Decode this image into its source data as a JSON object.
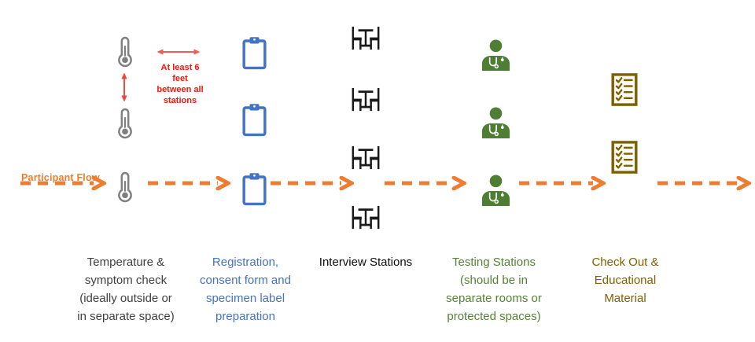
{
  "background": "#FFFFFF",
  "colors": {
    "flow_orange": "#ED7D31",
    "note_red": "#FA1408",
    "distance_arrow_red": "#EC5F55",
    "thermometer_gray": "#7F7F7F",
    "registration_blue": "#4472C4",
    "interview_black": "#1A1A1A",
    "testing_green": "#4E7E33",
    "checkout_gold": "#7F6000",
    "temperature_text_gray": "#3F3F3F"
  },
  "flow": {
    "label": "Participant Flow",
    "direction": "left-to-right",
    "arrow_icon": "dashed-arrow-icon",
    "segment_count": 6
  },
  "spacing_note": {
    "text": "At least 6\nfeet\nbetween all\nstations",
    "horizontal_arrow_icon": "double-arrow-horizontal-icon",
    "vertical_arrow_icon": "double-arrow-vertical-icon"
  },
  "stations": [
    {
      "name": "temperature-symptom-check",
      "icon": "thermometer-icon",
      "icon_count": 3,
      "label": "Temperature &\nsymptom check\n(ideally outside or\nin separate space)"
    },
    {
      "name": "registration",
      "icon": "clipboard-icon",
      "icon_count": 3,
      "label": "Registration,\nconsent form and\nspecimen label\npreparation"
    },
    {
      "name": "interview-stations",
      "icon": "interview-table-icon",
      "icon_count": 4,
      "label": "Interview Stations"
    },
    {
      "name": "testing-stations",
      "icon": "doctor-icon",
      "icon_count": 3,
      "label": "Testing Stations\n(should be in\nseparate rooms or\nprotected spaces)"
    },
    {
      "name": "check-out",
      "icon": "checklist-icon",
      "icon_count": 2,
      "label": "Check Out &\nEducational\nMaterial"
    }
  ]
}
